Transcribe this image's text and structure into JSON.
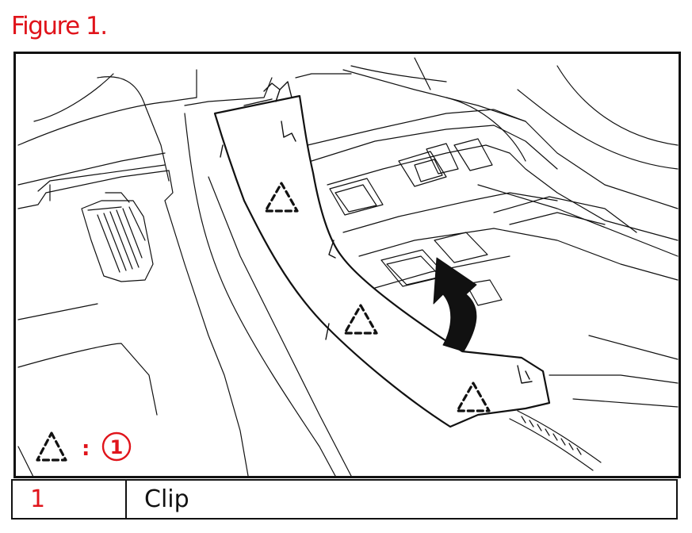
{
  "figure": {
    "title": "Figure 1.",
    "callout": {
      "number": "1",
      "separator": ":"
    }
  },
  "legend": {
    "rows": [
      {
        "number": "1",
        "name": "Clip"
      }
    ]
  },
  "colors": {
    "accent": "#e0141b",
    "ink": "#111111",
    "background": "#ffffff"
  },
  "icons": {
    "clip_symbol": "dashed-triangle-icon",
    "removal_direction": "curved-arrow-icon"
  }
}
